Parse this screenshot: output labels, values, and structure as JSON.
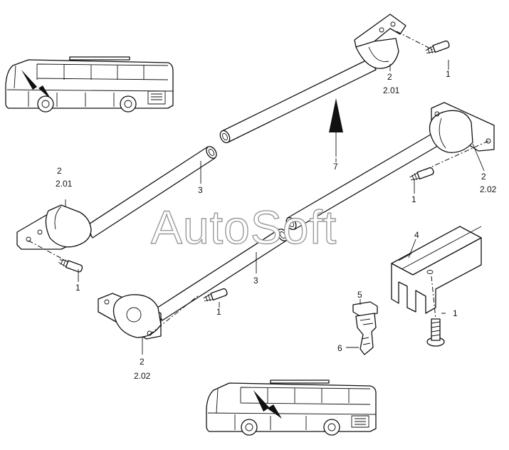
{
  "watermark": "AutoSoft",
  "labels": {
    "top_2": "2",
    "top_201": "2.01",
    "top_screw_1": "1",
    "arrow_7": "7",
    "tube_upper_3": "3",
    "left_2": "2",
    "left_201": "2.01",
    "left_screw_1": "1",
    "right_2": "2",
    "right_202": "2.02",
    "right_screw_1": "1",
    "mid_3": "3",
    "mid_screw_1": "1",
    "bottom_2": "2",
    "bottom_202": "2.02",
    "rail_4": "4",
    "rail_screw_1": "1",
    "clip_5": "5",
    "clip_6": "6"
  },
  "icons": [
    "bus-locator-top-icon",
    "bus-locator-bottom-icon",
    "screw-icon",
    "arrow-up-icon"
  ]
}
